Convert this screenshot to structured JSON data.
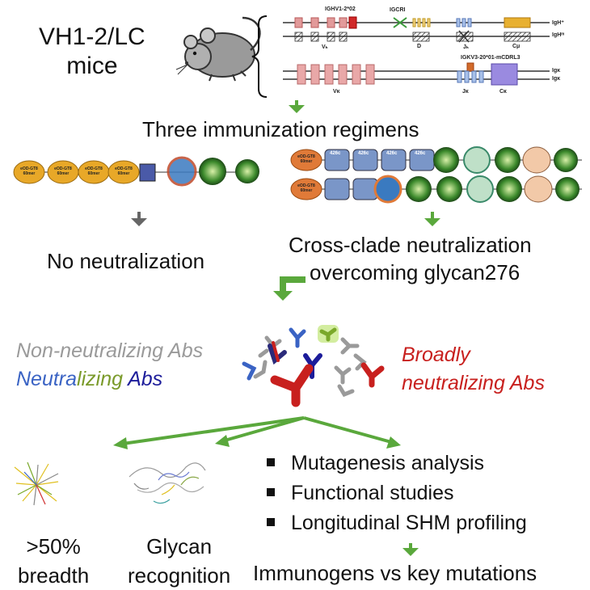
{
  "mice": {
    "line1": "VH1-2/LC",
    "line2": "mice"
  },
  "locus": {
    "ighv_label": "IGHV1-2*02",
    "igcri_label": "IGCRI",
    "igh_plus": "IgH⁺",
    "igh_minus": "IgHᵐ",
    "vh": "Vₕ",
    "d": "D",
    "jh": "Jₕ",
    "ch": "Cμ",
    "igkv_label": "IGKV3-20*01-mCDRL3",
    "igk1": "Igκ",
    "igk2": "Igκ",
    "vk": "Vκ",
    "jk": "Jκ",
    "ck": "Cκ"
  },
  "regimens_title": "Three immunization regimens",
  "left_regimen_ovals": [
    "eOD-GT8 60mer",
    "eOD-GT8 60mer",
    "eOD-GT8 60mer",
    "eOD-GT8 60mer"
  ],
  "right_regimen_ovals": {
    "row1": "eOD-GT8 60mer",
    "row2": "eOD-GT8 60mer",
    "chips": [
      "426c",
      "426c",
      "426c",
      "426c"
    ]
  },
  "outcomes": {
    "left": "No neutralization",
    "right_line1": "Cross-clade neutralization",
    "right_line2": "overcoming glycan276"
  },
  "ab_labels": {
    "non_neutralizing": "Non-neutralizing Abs",
    "neutra": "Neutra",
    "lizing": "lizing",
    "abs": "Abs",
    "broadly1": "Broadly",
    "broadly2": "neutralizing Abs"
  },
  "results": {
    "breadth_line1": ">50%",
    "breadth_line2": "breadth",
    "glycan_line1": "Glycan",
    "glycan_line2": "recognition",
    "bullets": [
      "Mutagenesis analysis",
      "Functional studies",
      "Longitudinal SHM profiling"
    ],
    "final": "Immunogens vs key mutations"
  },
  "colors": {
    "arrow_green": "#5aa83c",
    "arrow_gray": "#666666",
    "non_neutralizing": "#9a9a9a",
    "neutralizing_blue": "#3a63c4",
    "neutralizing_green": "#7a9a2a",
    "neutralizing_navy": "#1c1c9a",
    "broadly_red": "#c8201e",
    "oval_gold": "#e8a828",
    "oval_orange": "#e07a38"
  }
}
